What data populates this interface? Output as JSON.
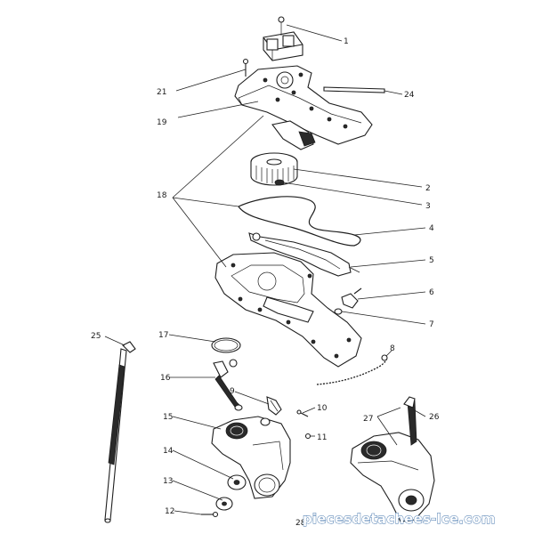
{
  "parts": [
    {
      "id": "p1",
      "label": "1"
    },
    {
      "id": "p2",
      "label": "2"
    },
    {
      "id": "p3",
      "label": "3"
    },
    {
      "id": "p4",
      "label": "4"
    },
    {
      "id": "p5",
      "label": "5"
    },
    {
      "id": "p6",
      "label": "6"
    },
    {
      "id": "p7",
      "label": "7"
    },
    {
      "id": "p8",
      "label": "8"
    },
    {
      "id": "p9",
      "label": "9"
    },
    {
      "id": "p10",
      "label": "10"
    },
    {
      "id": "p11",
      "label": "11"
    },
    {
      "id": "p12",
      "label": "12"
    },
    {
      "id": "p13",
      "label": "13"
    },
    {
      "id": "p14",
      "label": "14"
    },
    {
      "id": "p15",
      "label": "15"
    },
    {
      "id": "p16",
      "label": "16"
    },
    {
      "id": "p17",
      "label": "17"
    },
    {
      "id": "p18",
      "label": "18"
    },
    {
      "id": "p19",
      "label": "19"
    },
    {
      "id": "p21",
      "label": "21"
    },
    {
      "id": "p24",
      "label": "24"
    },
    {
      "id": "p25",
      "label": "25"
    },
    {
      "id": "p26",
      "label": "26"
    },
    {
      "id": "p27",
      "label": "27"
    },
    {
      "id": "p28",
      "label": "28"
    }
  ],
  "watermark": "piecesdetachees-lce.com"
}
